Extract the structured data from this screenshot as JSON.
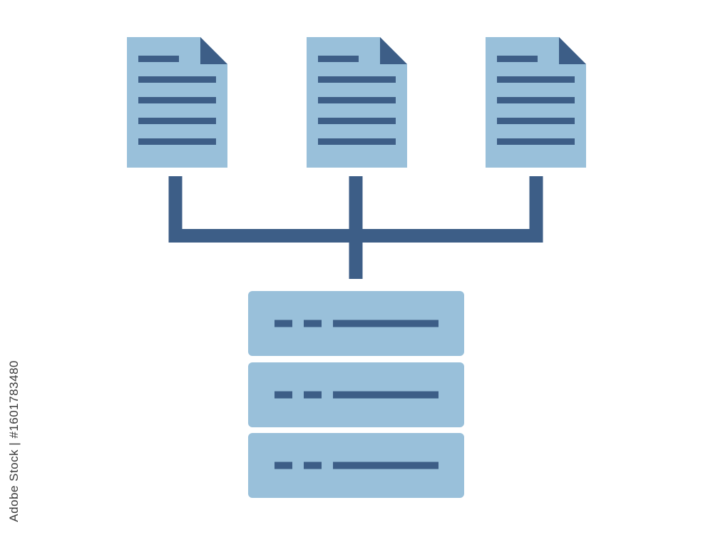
{
  "watermark": {
    "side_text": "Adobe Stock | #1601783480"
  },
  "colors": {
    "background": "#ffffff",
    "page_fill": "#99c0da",
    "dark_accent": "#3d5e87"
  },
  "icons": {
    "documents": [
      "document-icon",
      "document-icon",
      "document-icon"
    ],
    "server": "server-stack-icon",
    "connector": "connector-lines"
  },
  "documents": [
    {
      "id": "document-1"
    },
    {
      "id": "document-2"
    },
    {
      "id": "document-3"
    }
  ],
  "server": {
    "units": [
      {
        "id": "server-unit-1"
      },
      {
        "id": "server-unit-2"
      },
      {
        "id": "server-unit-3"
      }
    ]
  }
}
